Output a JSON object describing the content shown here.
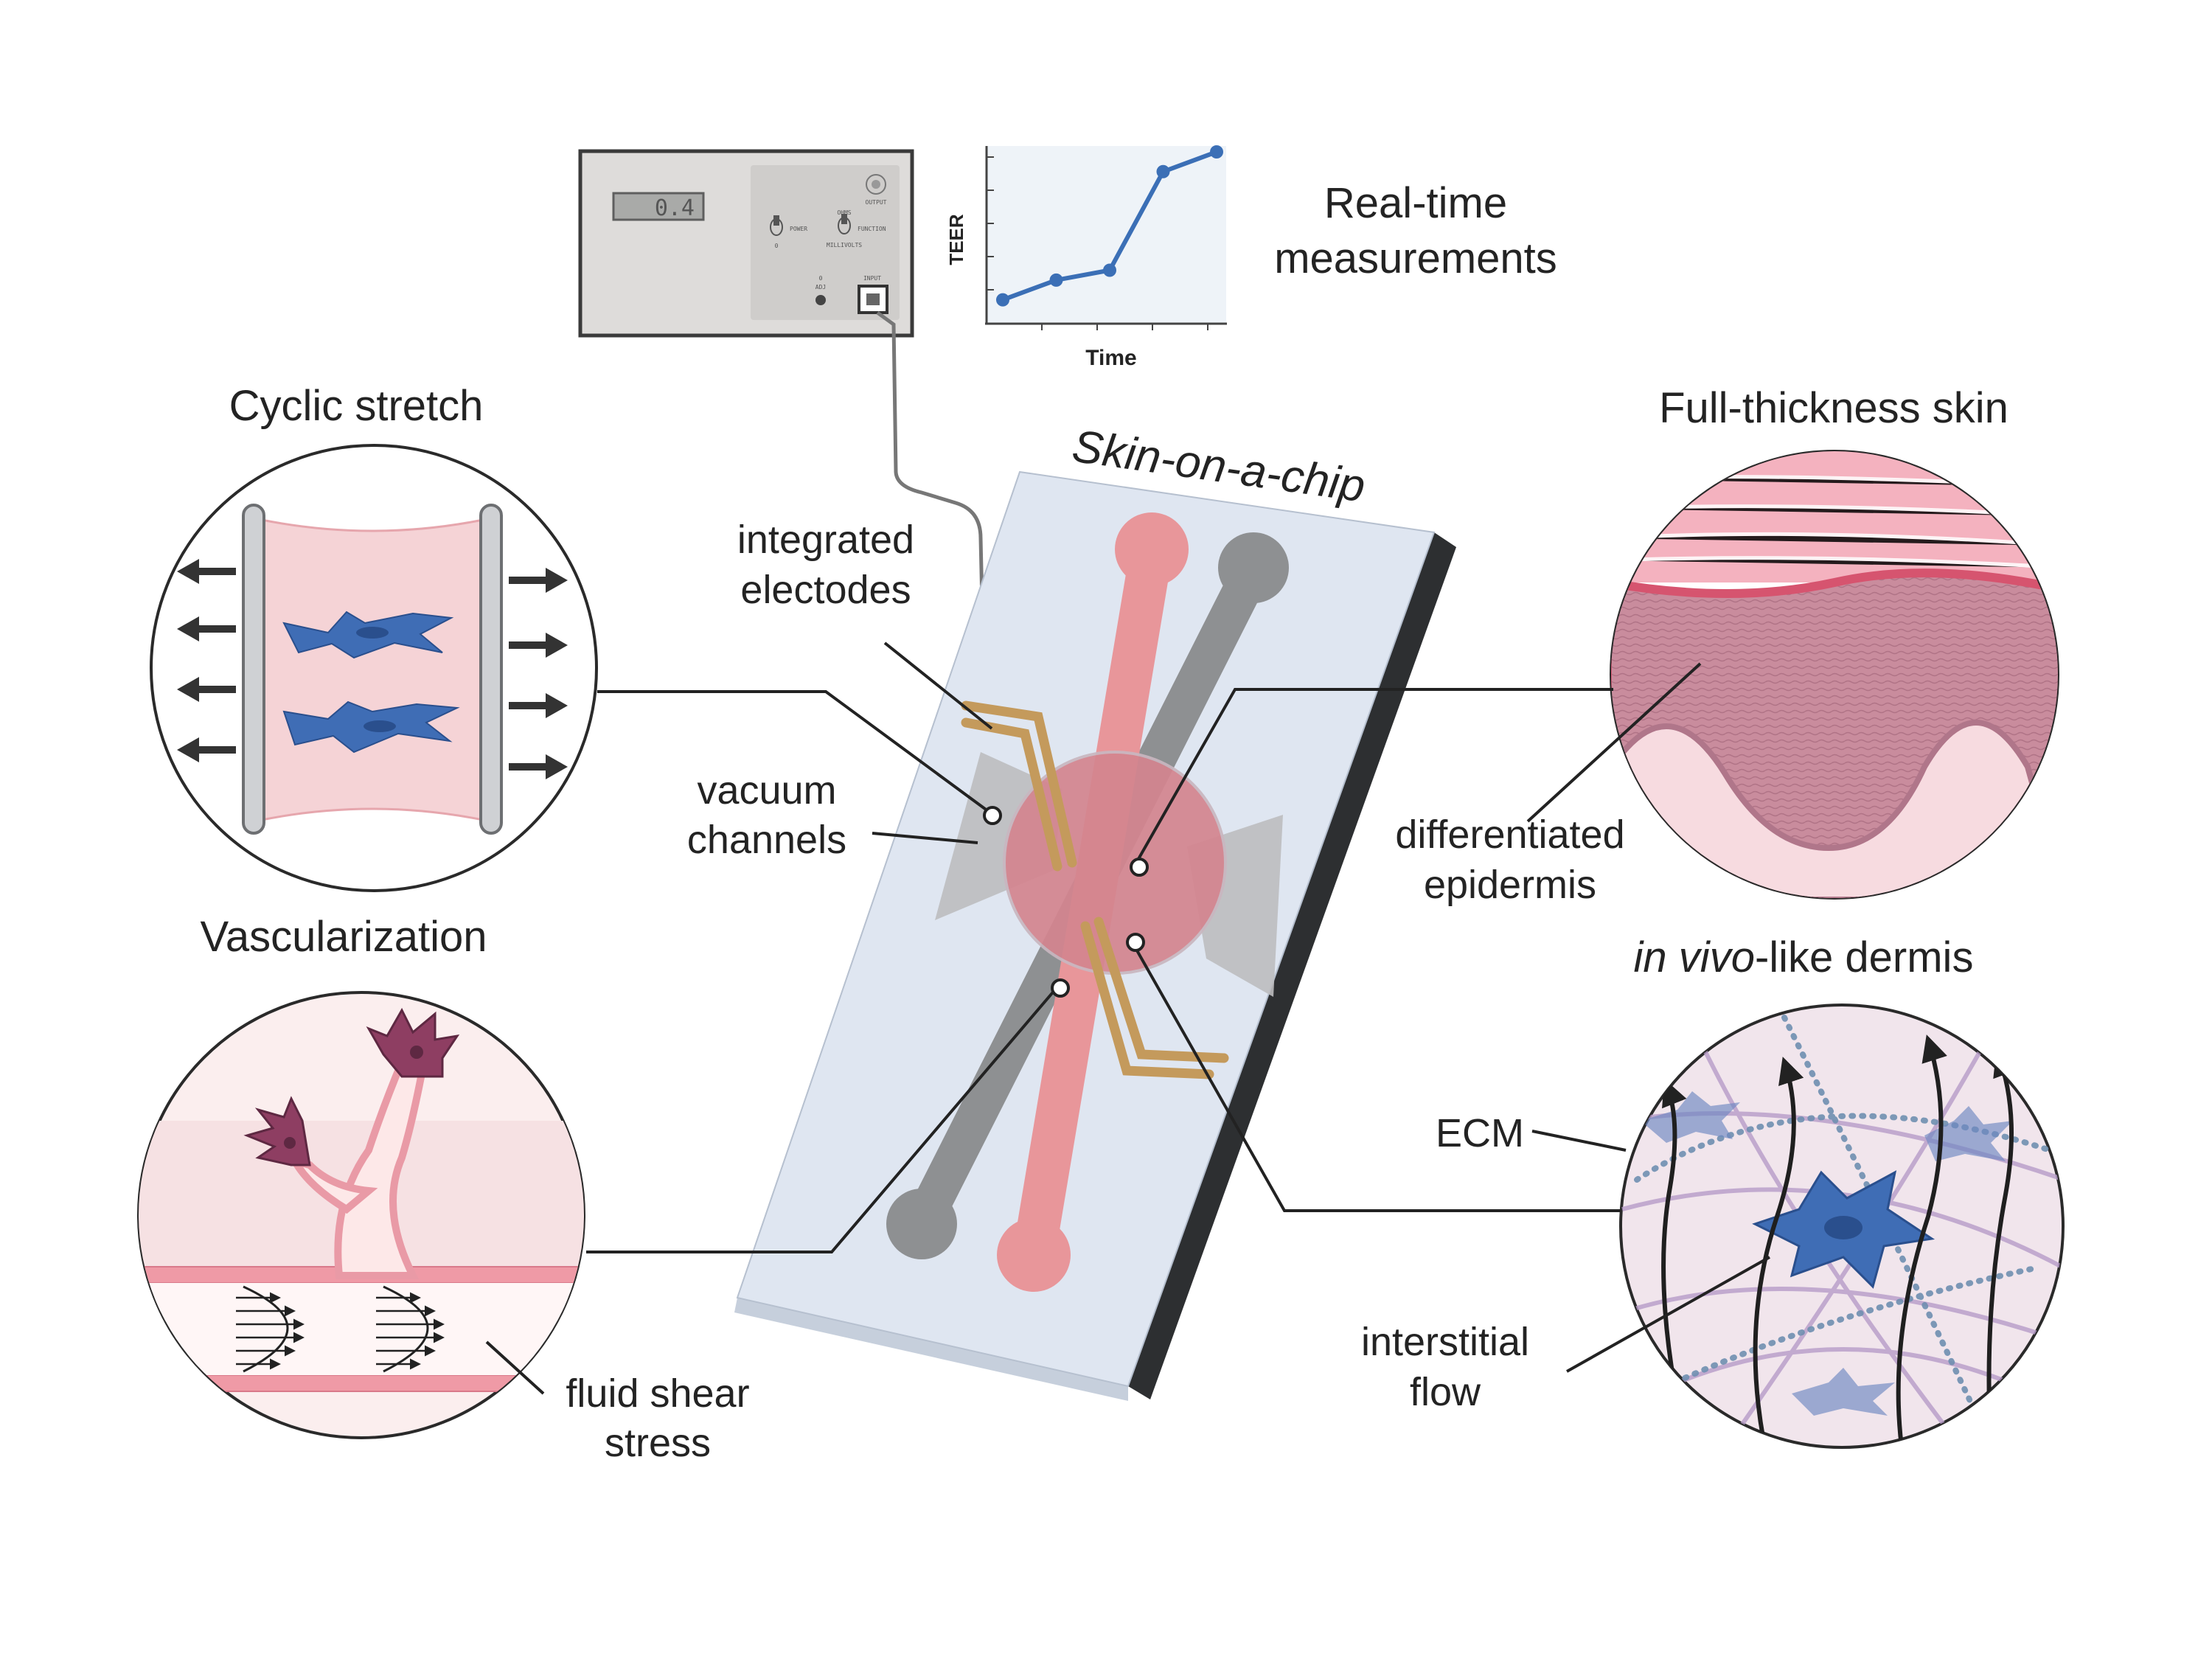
{
  "title": "Skin-on-a-chip",
  "meter": {
    "display": "0.4",
    "labels": {
      "output": "OUTPUT",
      "power": "POWER",
      "ohms": "OHMS",
      "function": "FUNCTION",
      "millivolts": "MILLIVOLTS",
      "adj": "ADJ",
      "zero": "0",
      "input": "INPUT",
      "off": "0"
    }
  },
  "teer_chart": {
    "ylabel": "TEER",
    "xlabel": "Time",
    "caption_line1": "Real-time",
    "caption_line2": "measurements"
  },
  "chart_data": {
    "type": "line",
    "x": [
      1,
      2,
      3,
      4,
      5
    ],
    "y": [
      0.1,
      0.3,
      0.4,
      1.4,
      1.6
    ],
    "xlabel": "Time",
    "ylabel": "TEER",
    "series_color": "#3b6fb6"
  },
  "panels": {
    "cyclic_stretch": "Cyclic stretch",
    "vascularization": "Vascularization",
    "full_thickness": "Full-thickness skin",
    "dermis_italic": "in vivo",
    "dermis_rest": "-like dermis"
  },
  "callouts": {
    "electrodes_line1": "integrated",
    "electrodes_line2": "electodes",
    "vacuum_line1": "vacuum",
    "vacuum_line2": "channels",
    "epidermis_line1": "differentiated",
    "epidermis_line2": "epidermis",
    "shear_line1": "fluid shear",
    "shear_line2": "stress",
    "ecm": "ECM",
    "flow_line1": "interstitial",
    "flow_line2": "flow"
  },
  "colors": {
    "channel_pink": "#e8969a",
    "channel_grey": "#8e9092",
    "chip_body": "#dfe6f1",
    "electrode": "#c49a5c",
    "cell_blue": "#3f6db5",
    "skin_pink": "#e3a8b3"
  }
}
